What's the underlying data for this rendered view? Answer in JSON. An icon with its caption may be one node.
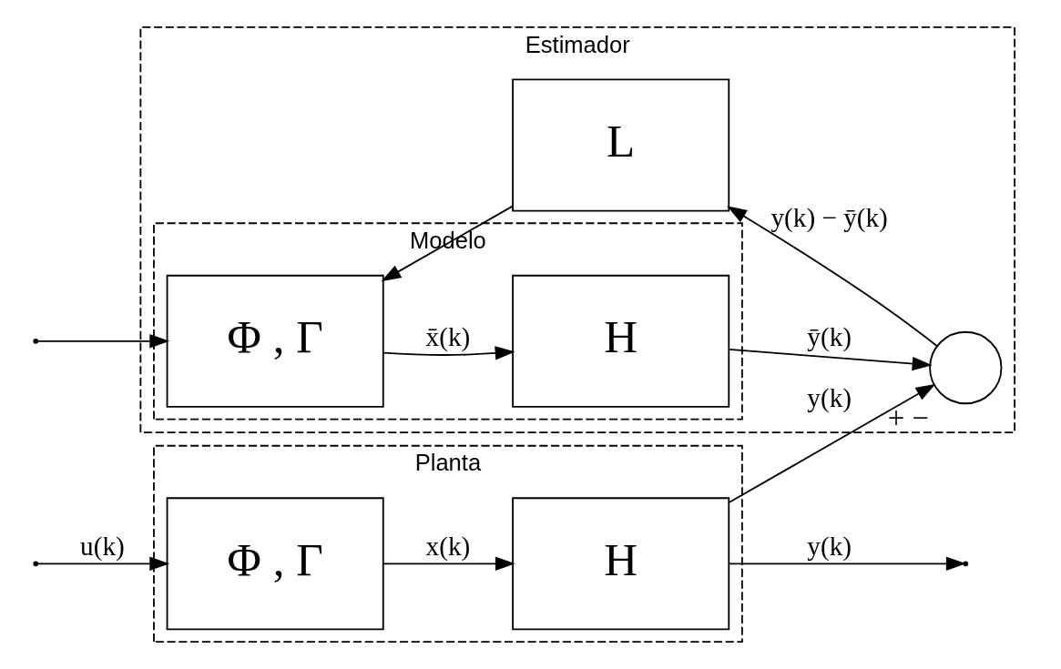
{
  "diagram": {
    "nodes": [
      {
        "text": [
          "Planta"
        ]
      },
      {
        "text": [
          "Φ , Γ"
        ],
        "in": 0
      },
      {
        "text": [
          "H"
        ],
        "in": 0
      },
      {
        "text": [
          "Estimador"
        ]
      },
      {
        "text": [
          "Modelo"
        ],
        "in": 3
      },
      {
        "text": [
          "Φ , Γ"
        ],
        "in": 4
      },
      {
        "text": [
          "H"
        ],
        "in": 4
      },
      {
        "text": [],
        "shape": "circle",
        "beside": [
          "+",
          "−"
        ],
        "in": 3
      },
      {
        "text": [
          "L"
        ],
        "in": 3
      }
    ],
    "edges": [
      {
        "from": null,
        "to": 1,
        "arrow": "to",
        "label": "u(k)"
      },
      {
        "from": null,
        "to": 5,
        "arrow": "to"
      },
      {
        "from": 1,
        "to": 2,
        "arrow": "to",
        "label": "x(k)"
      },
      {
        "from": 2,
        "to": null,
        "arrow": "to",
        "label": "y(k)"
      },
      {
        "from": 2,
        "to": 7,
        "arrow": "to",
        "label": "y(k)"
      },
      {
        "from": 5,
        "to": 6,
        "arrow": "to",
        "label": "x̄(k)"
      },
      {
        "from": 6,
        "to": 7,
        "arrow": "to",
        "label": "ȳ(k)"
      },
      {
        "from": 7,
        "to": 8,
        "arrow": "to",
        "label": "y(k) − ȳ(k)"
      },
      {
        "from": 8,
        "to": 5,
        "arrow": "to"
      }
    ]
  }
}
